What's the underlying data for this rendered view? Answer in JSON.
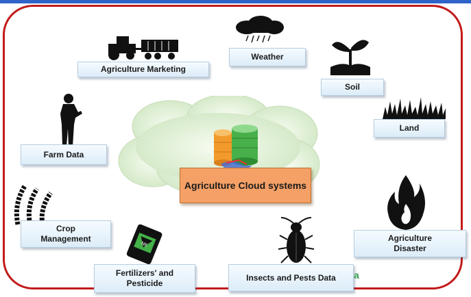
{
  "diagram": {
    "center": "Agriculture Cloud systems",
    "nodes": {
      "marketing": "Agriculture Marketing",
      "weather": "Weather",
      "soil": "Soil",
      "land": "Land",
      "farm_data": "Farm Data",
      "crop": "Crop Management",
      "fertilizers": "Fertilizers' and Pesticide",
      "insects": "Insects and Pests Data",
      "disaster": "Agriculture Disaster"
    }
  },
  "colors": {
    "border": "#c21a1a",
    "top_bar": "#2f63c9",
    "center_box": "#f4a066",
    "cloud": "#e2f2d6",
    "label_bg": "#e8f3fb"
  },
  "icons": [
    "tractor-icon",
    "rain-cloud-icon",
    "plant-icon",
    "grass-icon",
    "person-phone-icon",
    "crop-rows-icon",
    "fertilizer-bag-icon",
    "beetle-icon",
    "fire-icon",
    "database-icon"
  ]
}
